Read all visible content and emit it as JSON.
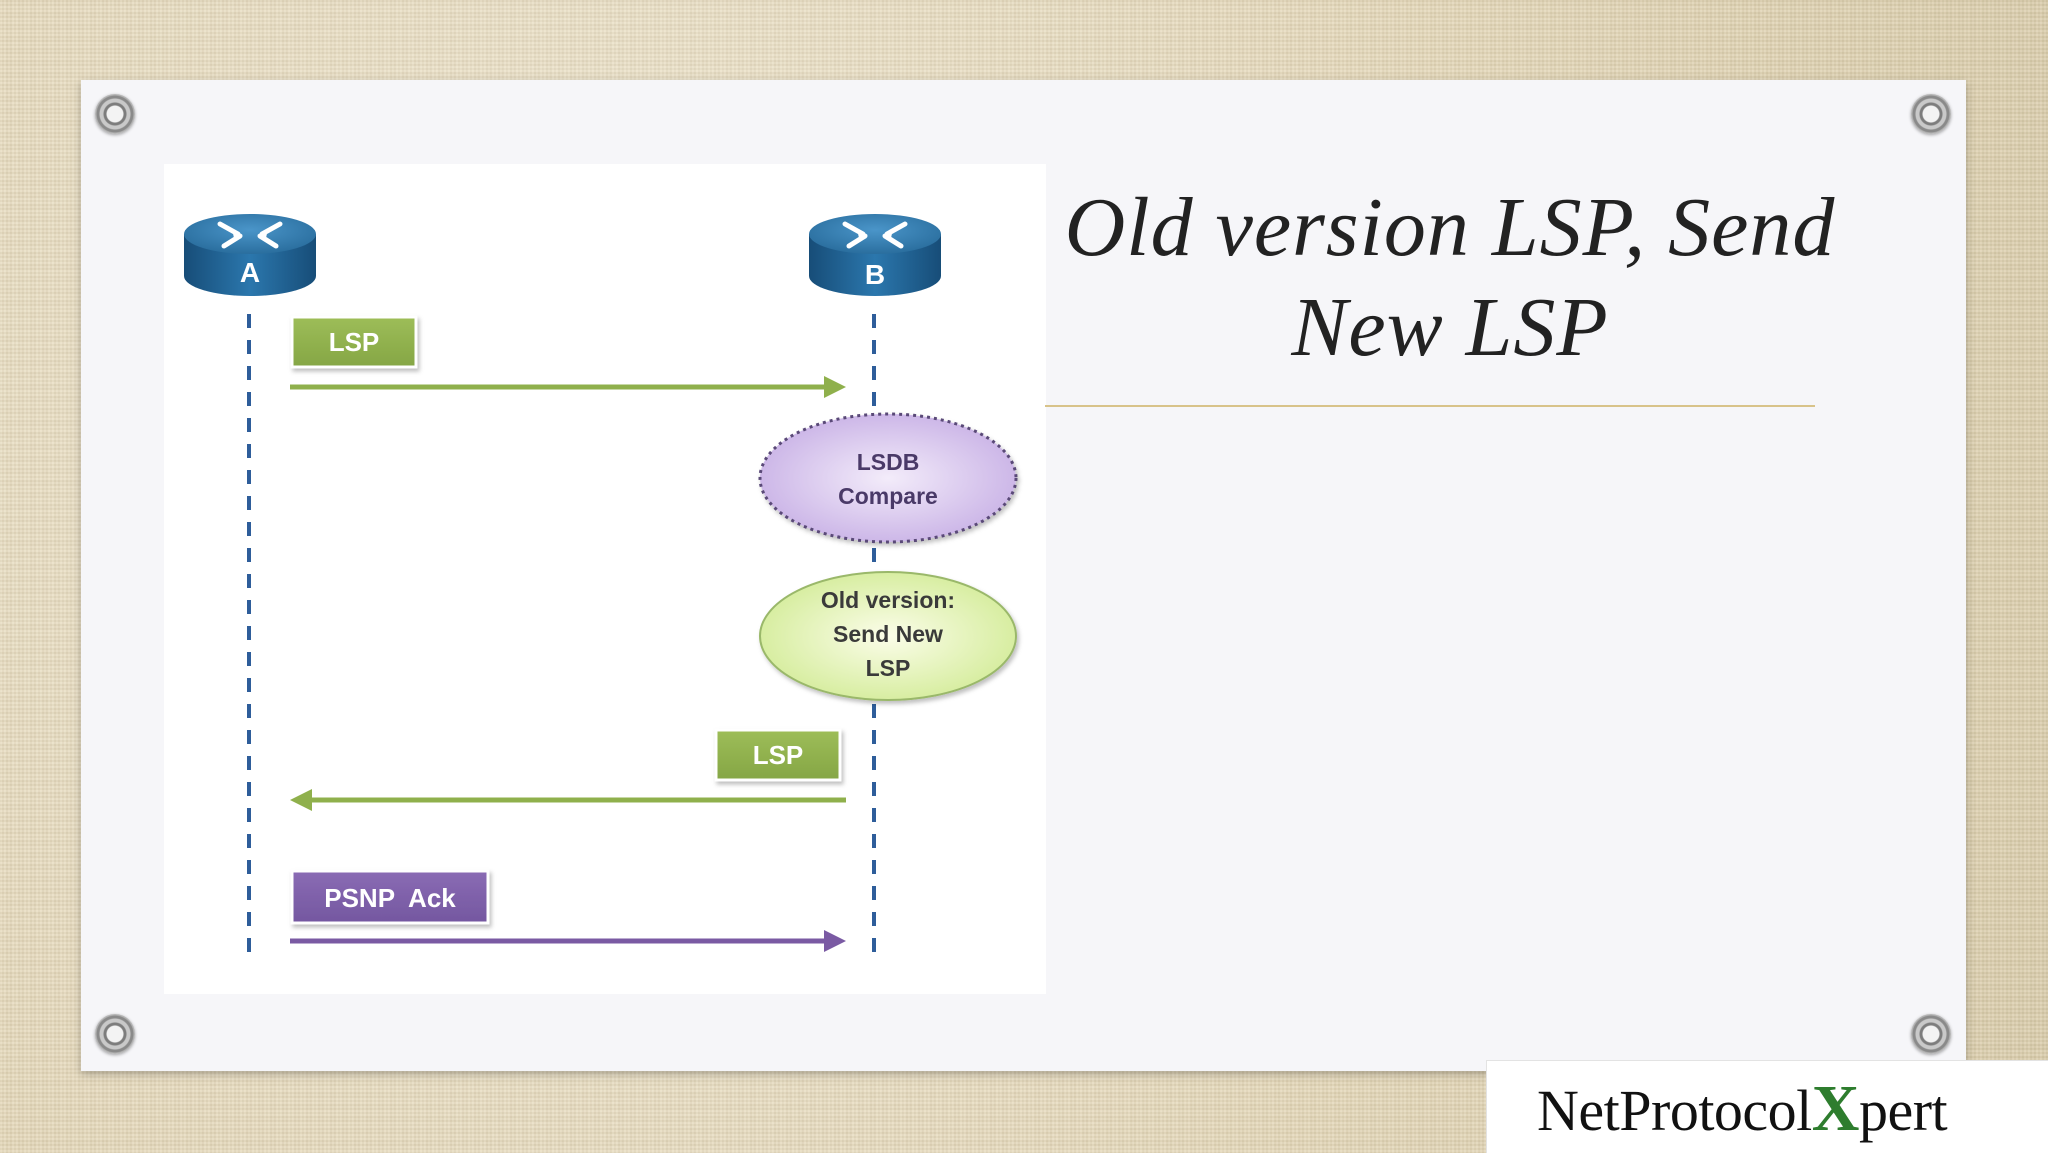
{
  "title": "Old version LSP, Send New LSP",
  "diagram": {
    "router_a": "A",
    "router_b": "B",
    "msg_lsp_1": "LSP",
    "lsdb_compare_line1": "LSDB",
    "lsdb_compare_line2": "Compare",
    "old_version_line1": "Old version:",
    "old_version_line2": "Send New",
    "old_version_line3": "LSP",
    "msg_lsp_2": "LSP",
    "msg_psnp": "PSNP  Ack"
  },
  "logo": {
    "pre": "NetProtocol",
    "x": "X",
    "post": "pert"
  },
  "colors": {
    "lsp_green": "#8fb04c",
    "psnp_purple": "#7a5aa3",
    "router_blue": "#1f5f8f",
    "dash_blue": "#2e5d9a",
    "rule_gold": "#d8c38a"
  }
}
